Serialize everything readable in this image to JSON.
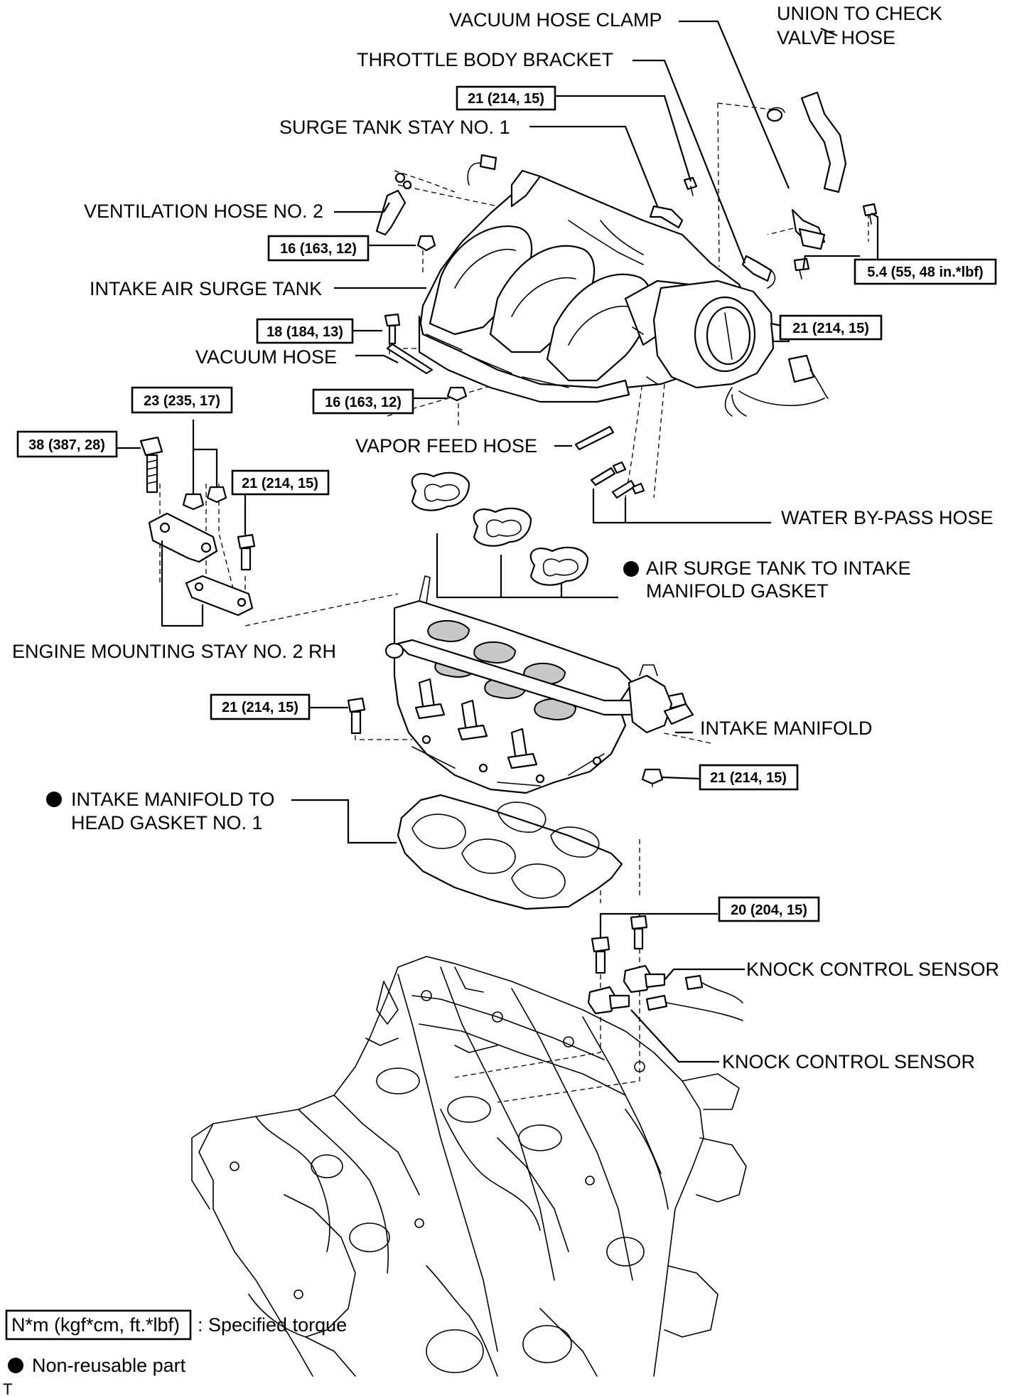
{
  "labels": {
    "vacuum_hose_clamp": "VACUUM HOSE CLAMP",
    "union_line1": "UNION TO CHECK",
    "union_line2": "VALVE HOSE",
    "throttle_body_bracket": "THROTTLE BODY BRACKET",
    "surge_tank_stay": "SURGE TANK STAY NO. 1",
    "ventilation_hose": "VENTILATION HOSE NO. 2",
    "intake_air_surge_tank": "INTAKE AIR SURGE TANK",
    "vacuum_hose": "VACUUM HOSE",
    "vapor_feed_hose": "VAPOR FEED HOSE",
    "water_bypass_hose": "WATER BY-PASS HOSE",
    "surge_gasket_line1": "AIR SURGE TANK TO INTAKE",
    "surge_gasket_line2": "MANIFOLD GASKET",
    "engine_mounting_stay": "ENGINE MOUNTING STAY NO. 2 RH",
    "intake_manifold": "INTAKE MANIFOLD",
    "head_gasket_line1": "INTAKE MANIFOLD TO",
    "head_gasket_line2": "HEAD GASKET NO. 1",
    "knock_sensor_upper": "KNOCK CONTROL SENSOR",
    "knock_sensor_lower": "KNOCK CONTROL SENSOR"
  },
  "torques": {
    "t_21_top": "21 (214, 15)",
    "t_16_upper": "16 (163, 12)",
    "t_54": "5.4 (55, 48 in.*lbf)",
    "t_18": "18 (184, 13)",
    "t_21_throttle": "21 (214, 15)",
    "t_23": "23 (235, 17)",
    "t_16_lower": "16 (163, 12)",
    "t_38": "38 (387, 28)",
    "t_21_stay": "21 (214, 15)",
    "t_21_manifold_left": "21 (214, 15)",
    "t_21_manifold_right": "21 (214, 15)",
    "t_20_knock": "20 (204, 15)"
  },
  "legend": {
    "torque_box": "N*m (kgf*cm, ft.*lbf)",
    "torque_text": ": Specified torque",
    "nonreusable_text": "Non-reusable part"
  },
  "corner_mark": "T"
}
